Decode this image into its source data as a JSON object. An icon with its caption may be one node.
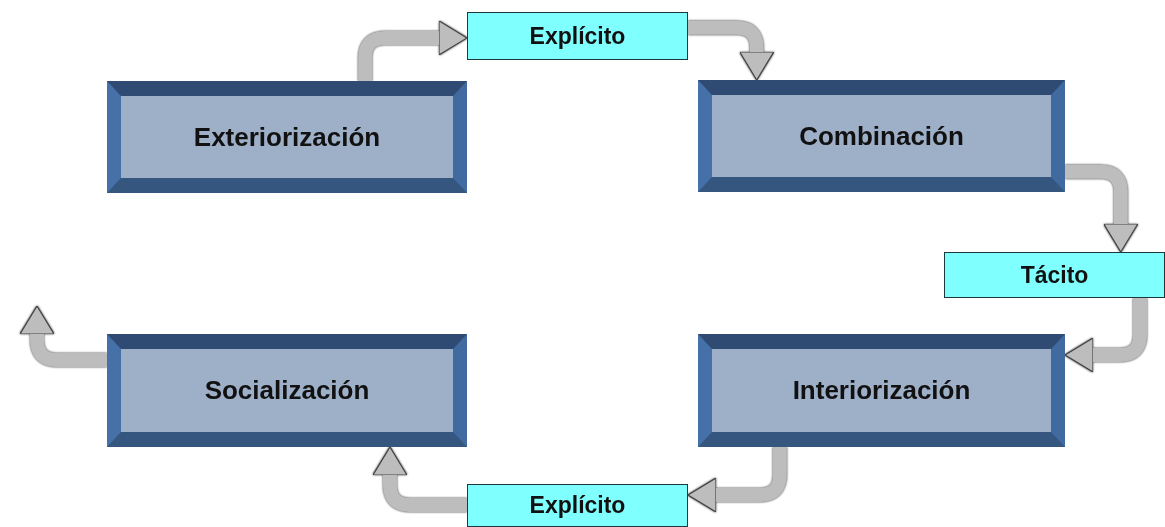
{
  "diagram": {
    "nodes": [
      {
        "text": [
          "Exteriorización"
        ]
      },
      {
        "text": [
          "Explícito"
        ]
      },
      {
        "text": [
          "Combinación"
        ]
      },
      {
        "text": [
          "Tácito"
        ]
      },
      {
        "text": [
          "Interiorización"
        ]
      },
      {
        "text": [
          "Explícito"
        ]
      },
      {
        "text": [
          "Socialización"
        ]
      }
    ],
    "edges": [
      {
        "from": 0,
        "to": 1,
        "arrow": "to"
      },
      {
        "from": 1,
        "to": 2,
        "arrow": "to"
      },
      {
        "from": 2,
        "to": 3,
        "arrow": "to"
      },
      {
        "from": 3,
        "to": 4,
        "arrow": "to"
      },
      {
        "from": 4,
        "to": 5,
        "arrow": "to"
      },
      {
        "from": 5,
        "to": 6,
        "arrow": "to"
      },
      {
        "from": 6,
        "to": null,
        "arrow": "to"
      }
    ]
  }
}
